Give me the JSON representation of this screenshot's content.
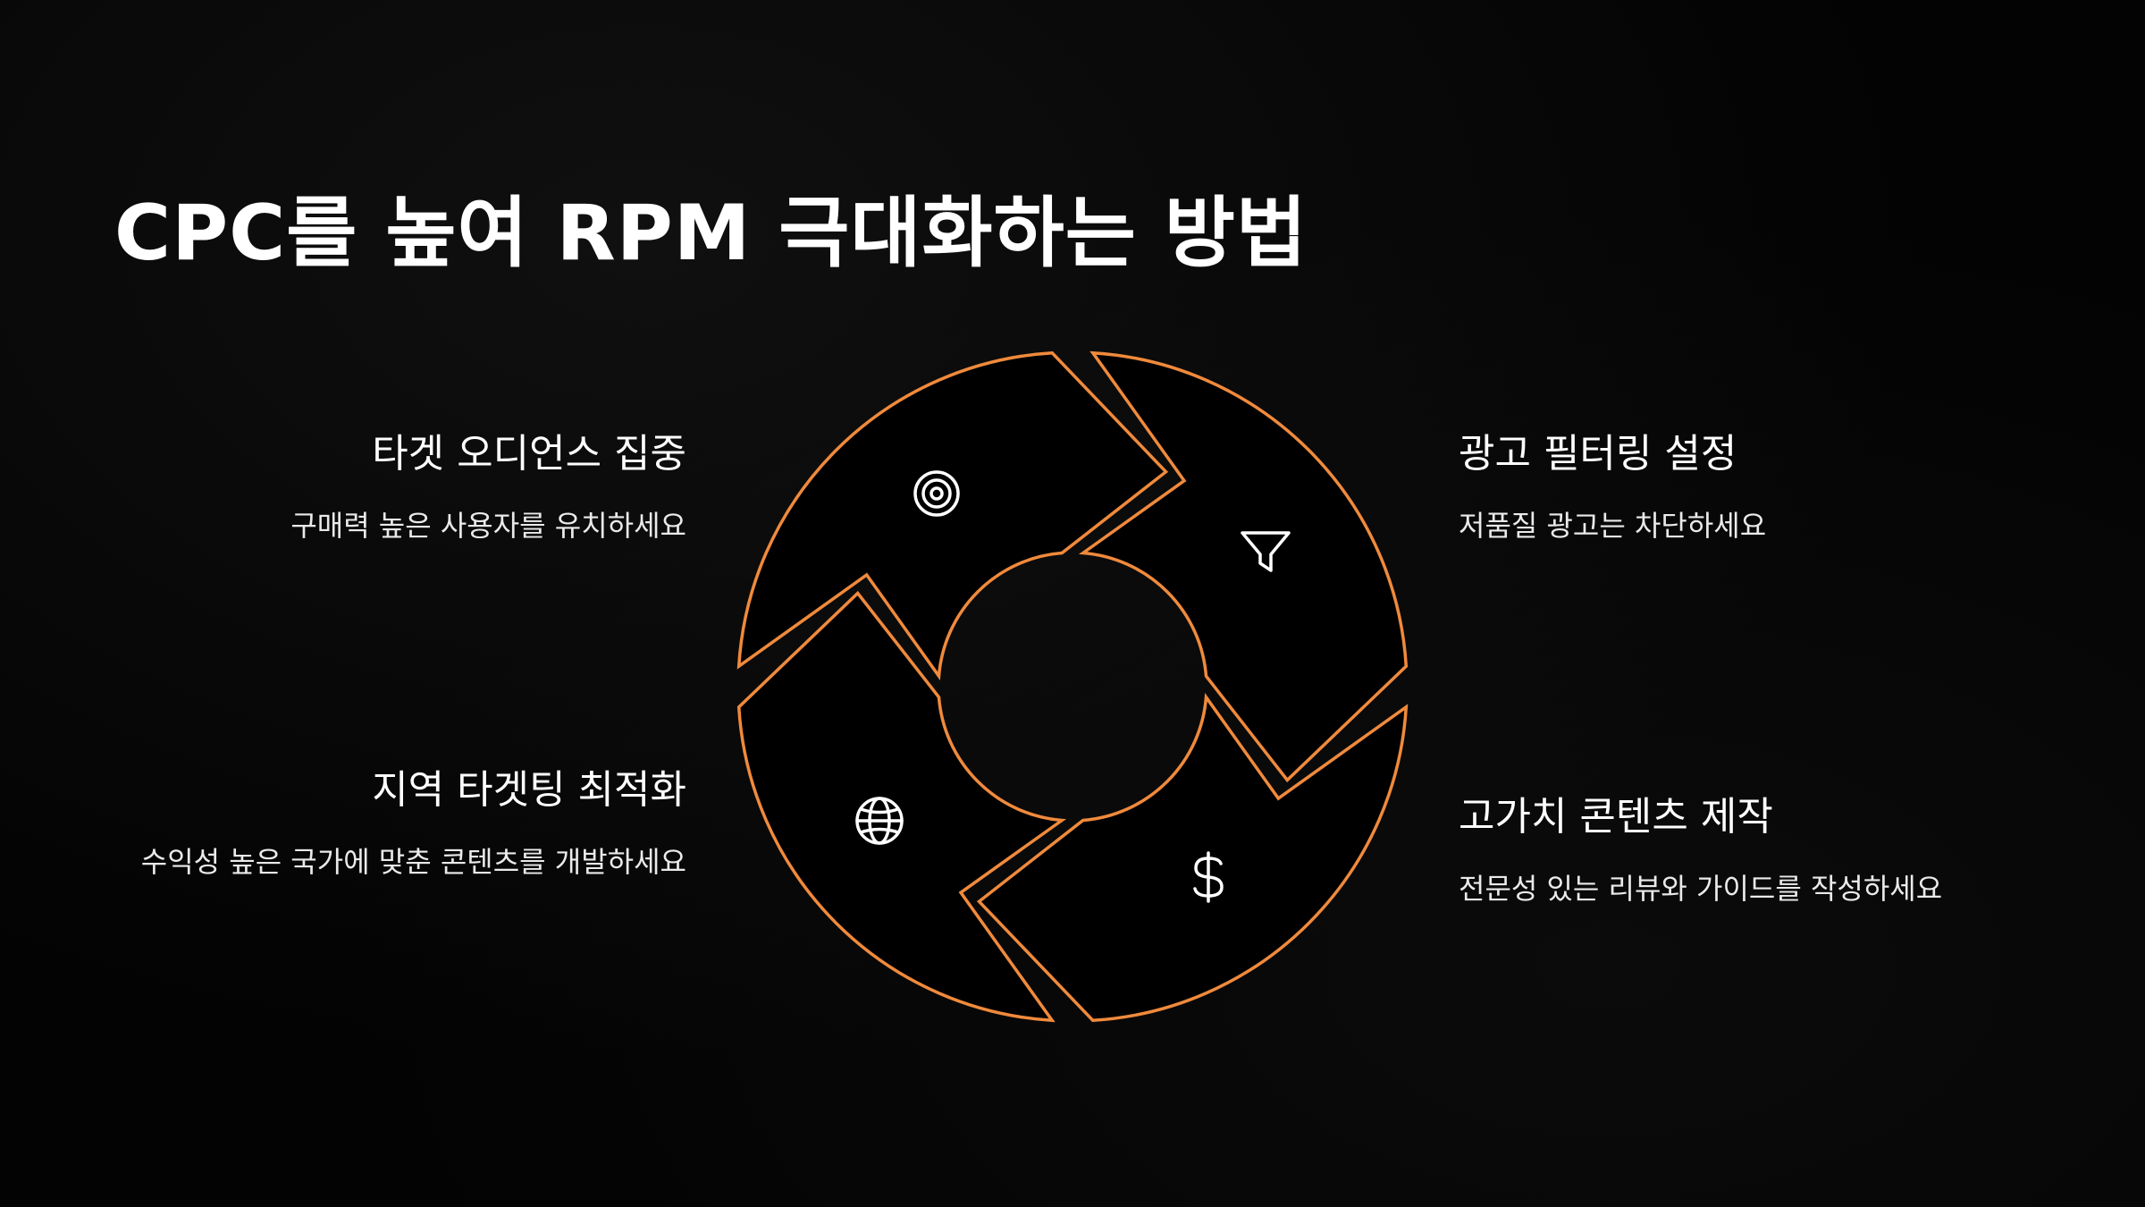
{
  "title": "CPC를 높여 RPM 극대화하는 방법",
  "accent_color": "#F08A3C",
  "items": [
    {
      "position": "top-left",
      "icon": "target-icon",
      "heading": "타겟 오디언스 집중",
      "description": "구매력 높은 사용자를 유치하세요"
    },
    {
      "position": "top-right",
      "icon": "filter-icon",
      "heading": "광고 필터링 설정",
      "description": "저품질 광고는 차단하세요"
    },
    {
      "position": "bottom-left",
      "icon": "globe-icon",
      "heading": "지역 타겟팅 최적화",
      "description": "수익성 높은 국가에 맞춘 콘텐츠를 개발하세요"
    },
    {
      "position": "bottom-right",
      "icon": "dollar-icon",
      "heading": "고가치 콘텐츠 제작",
      "description": "전문성 있는 리뷰와 가이드를 작성하세요"
    }
  ]
}
